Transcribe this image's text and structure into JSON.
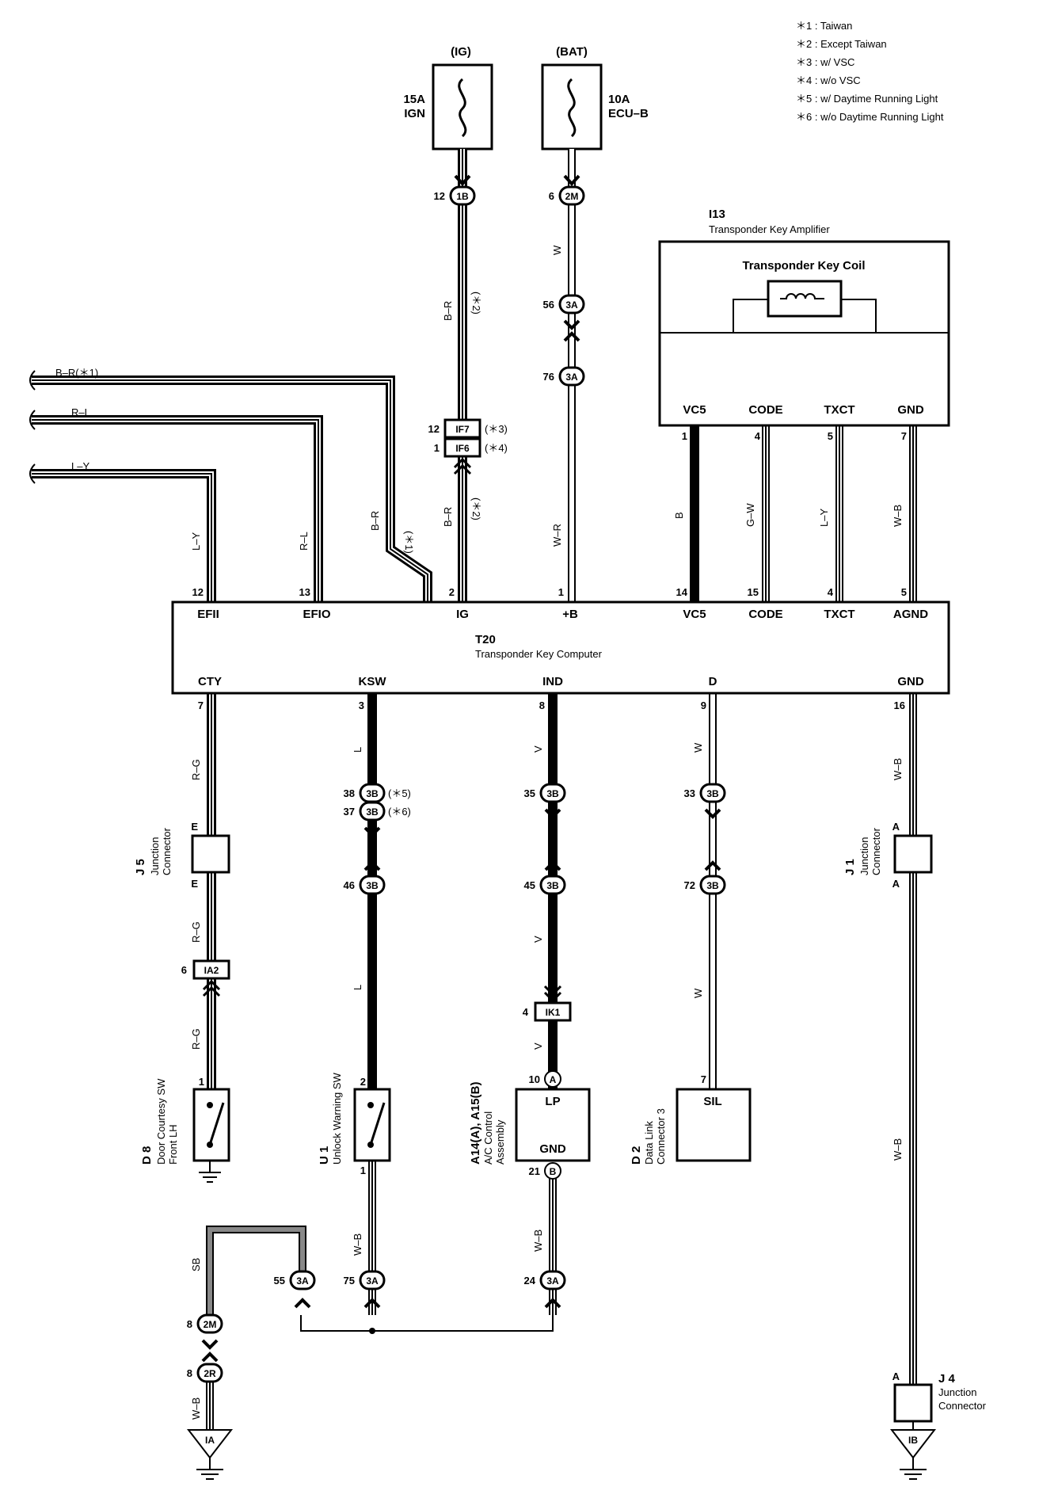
{
  "notes": [
    "＊1 : Taiwan",
    "＊2 : Except Taiwan",
    "＊3 : w/ VSC",
    "＊4 : w/o VSC",
    "＊5 : w/ Daytime Running Light",
    "＊6 : w/o Daytime Running Light"
  ],
  "fuses": {
    "ign": {
      "supply": "(IG)",
      "rating": "15A",
      "name": "IGN"
    },
    "ecub": {
      "supply": "(BAT)",
      "rating": "10A",
      "name": "ECU–B"
    }
  },
  "amplifier": {
    "code": "I13",
    "name": "Transponder Key Amplifier",
    "coil": "Transponder Key Coil",
    "terminals": [
      "VC5",
      "CODE",
      "TXCT",
      "GND"
    ],
    "pins": [
      "1",
      "4",
      "5",
      "7"
    ]
  },
  "computer": {
    "code": "T20",
    "name": "Transponder Key Computer",
    "top_terminals": [
      "EFII",
      "EFIO",
      "IG",
      "+B",
      "VC5",
      "CODE",
      "TXCT",
      "AGND"
    ],
    "top_pins": [
      "12",
      "13",
      "2",
      "1",
      "14",
      "15",
      "4",
      "5"
    ],
    "bottom_terminals": [
      "CTY",
      "KSW",
      "IND",
      "D",
      "GND"
    ],
    "bottom_pins": [
      "7",
      "3",
      "8",
      "9",
      "16"
    ]
  },
  "wires": {
    "br1": "B–R(＊1)",
    "rl": "R–L",
    "ly": "L–Y",
    "ly_v": "L–Y",
    "rl_v": "R–L",
    "br_star1": "B–R",
    "br_star1_note": "(＊1)",
    "br_ig_top": "B–R",
    "br_ig_top_note": "(＊2)",
    "br_ig_bot": "B–R",
    "br_ig_bot_note": "(＊2)",
    "w_top": "W",
    "wr": "W–R",
    "b": "B",
    "gw": "G–W",
    "ly_amp": "L–Y",
    "wb_amp": "W–B",
    "rg1": "R–G",
    "rg2": "R–G",
    "rg3": "R–G",
    "l1": "L",
    "l2": "L",
    "v1": "V",
    "v2": "V",
    "v3": "V",
    "w1": "W",
    "w2": "W",
    "wb_gnd": "W–B",
    "wb_gnd2": "W–B",
    "wb_u1": "W–B",
    "wb_a14": "W–B",
    "sb": "SB",
    "wb_ia": "W–B"
  },
  "connectors": {
    "c1b": {
      "pin": "12",
      "id": "1B"
    },
    "c2m_top": {
      "pin": "6",
      "id": "2M"
    },
    "c3a56": {
      "pin": "56",
      "id": "3A"
    },
    "c3a76": {
      "pin": "76",
      "id": "3A"
    },
    "if7": {
      "pin": "12",
      "id": "IF7",
      "note": "(＊3)"
    },
    "if6": {
      "pin": "1",
      "id": "IF6",
      "note": "(＊4)"
    },
    "c3b38": {
      "pin": "38",
      "id": "3B",
      "note": "(＊5)"
    },
    "c3b37": {
      "pin": "37",
      "id": "3B",
      "note": "(＊6)"
    },
    "c3b46": {
      "pin": "46",
      "id": "3B"
    },
    "c3b35": {
      "pin": "35",
      "id": "3B"
    },
    "c3b45": {
      "pin": "45",
      "id": "3B"
    },
    "c3b33": {
      "pin": "33",
      "id": "3B"
    },
    "c3b72": {
      "pin": "72",
      "id": "3B"
    },
    "ia2": {
      "pin": "6",
      "id": "IA2"
    },
    "ik1": {
      "pin": "4",
      "id": "IK1"
    },
    "c3a55": {
      "pin": "55",
      "id": "3A"
    },
    "c3a75": {
      "pin": "75",
      "id": "3A"
    },
    "c3a24": {
      "pin": "24",
      "id": "3A"
    },
    "c2m": {
      "pin": "8",
      "id": "2M"
    },
    "c2r": {
      "pin": "8",
      "id": "2R"
    }
  },
  "components": {
    "j5": {
      "code": "J 5",
      "name1": "Junction",
      "name2": "Connector",
      "pin": "E"
    },
    "j1": {
      "code": "J 1",
      "name1": "Junction",
      "name2": "Connector",
      "pin": "A"
    },
    "j4": {
      "code": "J 4",
      "name1": "Junction",
      "name2": "Connector",
      "pin": "A"
    },
    "d8": {
      "code": "D 8",
      "name1": "Door Courtesy SW",
      "name2": "Front LH",
      "pin": "1"
    },
    "u1": {
      "code": "U 1",
      "name1": "Unlock Warning SW",
      "pin_top": "2",
      "pin_bot": "1"
    },
    "a14": {
      "code": "A14(A), A15(B)",
      "name1": "A/C Control",
      "name2": "Assembly",
      "lp": "LP",
      "gnd": "GND",
      "pin_top": "10",
      "pin_top_id": "A",
      "pin_bot": "21",
      "pin_bot_id": "B"
    },
    "d2": {
      "code": "D 2",
      "name1": "Data Link",
      "name2": "Connector 3",
      "term": "SIL",
      "pin": "7"
    }
  },
  "grounds": {
    "ia": "IA",
    "ib": "IB"
  }
}
